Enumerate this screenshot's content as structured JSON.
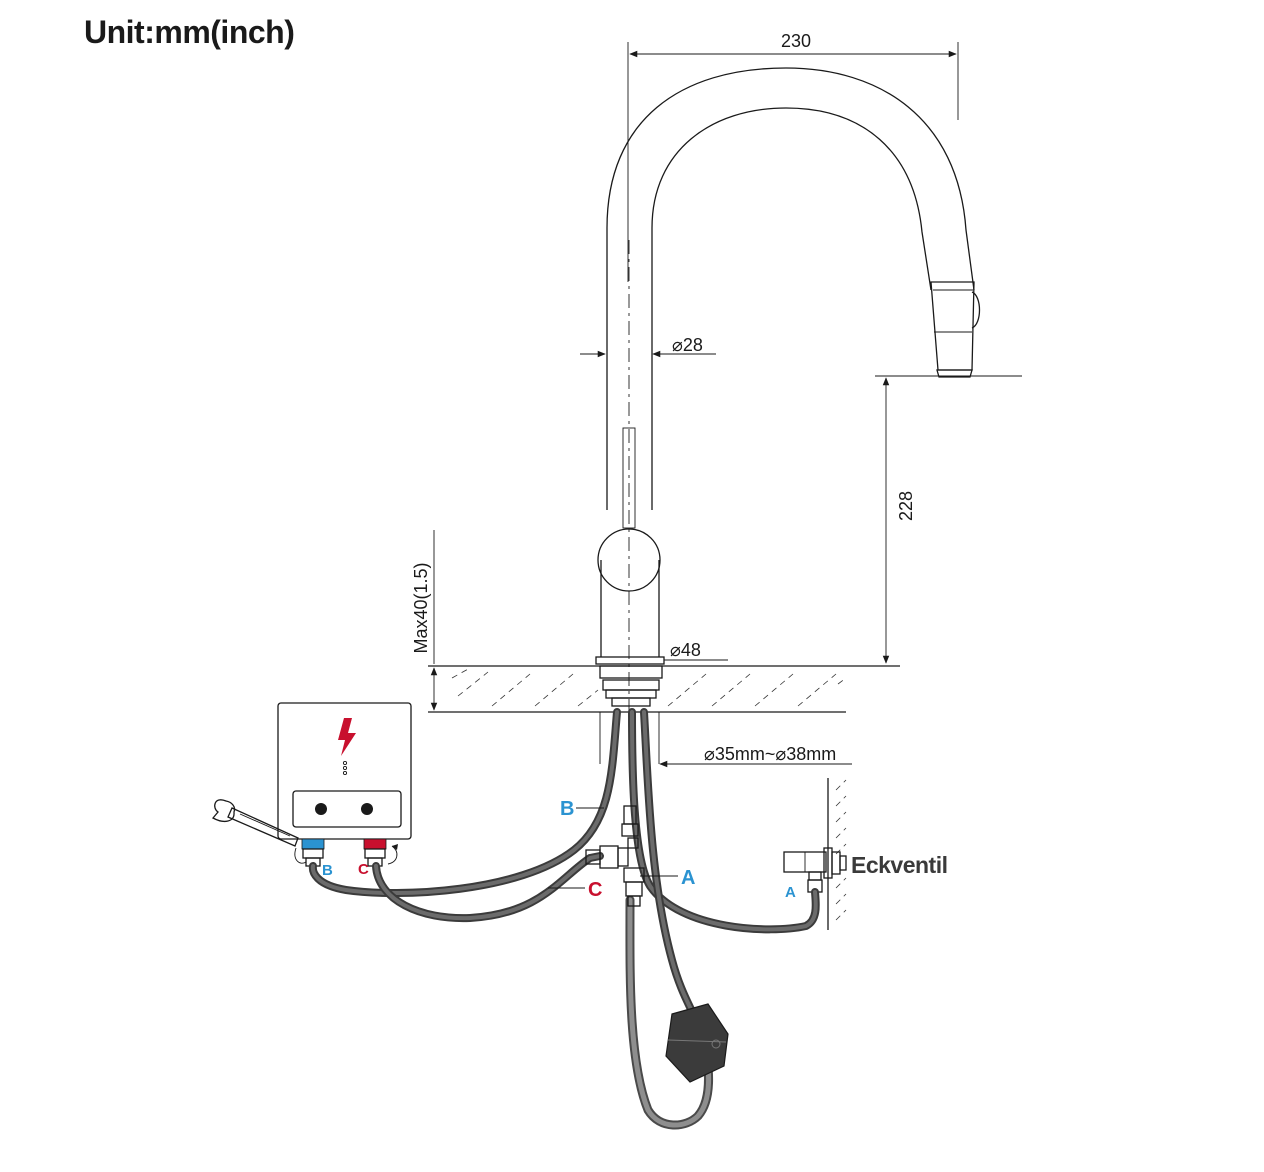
{
  "header": {
    "unit_title": "Unit:mm(inch)"
  },
  "dimensions": {
    "spout_reach": "230",
    "spout_height": "228",
    "spout_diameter": "⌀28",
    "base_diameter": "⌀48",
    "max_counter_thickness": "Max40(1.5)",
    "mounting_hole": "⌀35mm~⌀38mm"
  },
  "labels": {
    "hose_b": "B",
    "hose_c": "C",
    "hose_a": "A",
    "heater_b": "B",
    "heater_c": "C",
    "valve_a": "A",
    "angle_valve": "Eckventil"
  },
  "icons": {
    "heater_symbol": "lightning-bolt-icon",
    "tool": "wrench-icon"
  },
  "colors": {
    "blue": "#2b93d1",
    "red": "#c8102e",
    "hose": "#3b3b3b",
    "line": "#1a1a1a"
  }
}
